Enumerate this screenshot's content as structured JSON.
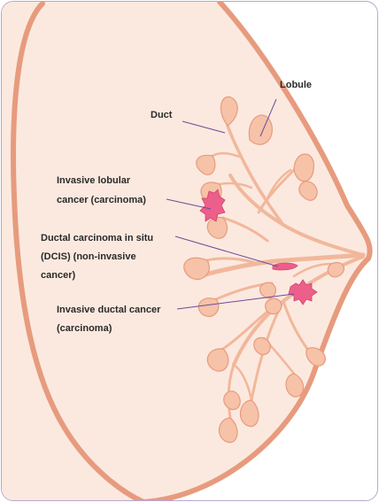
{
  "labels": {
    "lobule": "Lobule",
    "duct": "Duct",
    "invasive_lobular_1": "Invasive lobular",
    "invasive_lobular_2": "cancer (carcinoma)",
    "dcis_1": "Ductal carcinoma in situ",
    "dcis_2": "(DCIS) (non-invasive",
    "dcis_3": "cancer)",
    "invasive_ductal_1": "Invasive ductal cancer",
    "invasive_ductal_2": "(carcinoma)"
  },
  "colors": {
    "skin_fill": "#fbe9df",
    "skin_outline": "#e79b7e",
    "lobule_fill": "#f6c2a8",
    "duct": "#f2b79b",
    "tumor": "#ec5f8a",
    "leader_line": "#6b4c9a",
    "frame_border": "#b9a7cf"
  }
}
